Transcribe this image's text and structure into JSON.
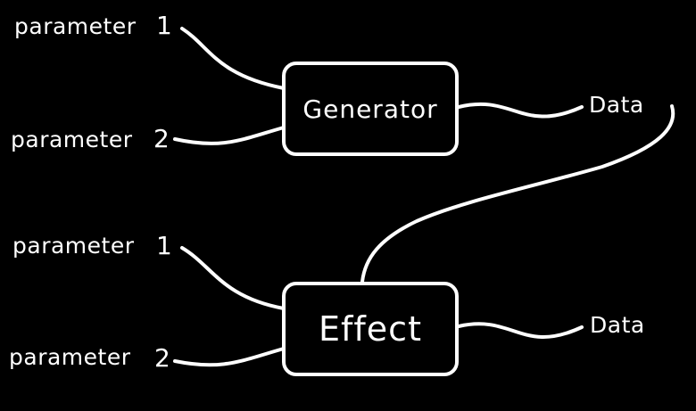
{
  "colors": {
    "background": "#000000",
    "foreground": "#ffffff"
  },
  "generator": {
    "title": "Generator",
    "param1_label": "parameter",
    "param1_num": "1",
    "param2_label": "parameter",
    "param2_num": "2",
    "output_label": "Data"
  },
  "effect": {
    "title": "Effect",
    "param1_label": "parameter",
    "param1_num": "1",
    "param2_label": "parameter",
    "param2_num": "2",
    "output_label": "Data"
  }
}
